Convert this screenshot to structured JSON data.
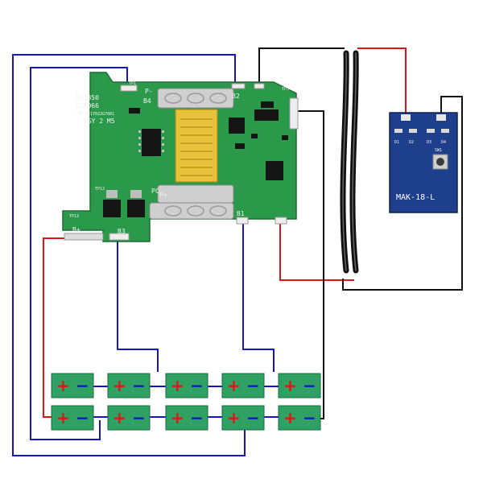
{
  "bms_board": {
    "model_line1": "MT1850",
    "model_line2": "GS8066",
    "model_line3": "LTH2021Y022G76R1",
    "model_line4": "XSY 2 M5",
    "pad_b4": "B4",
    "pad_b2": "B2",
    "pad_b1": "B1",
    "pad_b3": "B3",
    "pad_b_plus": "B+",
    "pad_p_minus": "P-",
    "pad_p_plus": "P+",
    "pad_pc": "PC",
    "pad_tp1": "TP1",
    "pad_tp5": "TP5",
    "pad_tp12": "TP12",
    "pad_tp13": "TP13"
  },
  "indicator_board": {
    "label": "MAK-18-L",
    "led_labels": [
      "D1",
      "D2",
      "D3",
      "D4"
    ],
    "switch_label": "SW1"
  },
  "cells": {
    "rows": 2,
    "per_row": 5,
    "plus_symbol": "+",
    "minus_symbol": "−"
  },
  "colors": {
    "wire_blue": "#1414c8",
    "wire_red": "#e01414",
    "wire_black": "#111111",
    "pcb_green": "#2a9a4a",
    "cell_green": "#2fa163",
    "led_board_blue": "#1e3f8c",
    "connector_yellow": "#e8c23a"
  }
}
